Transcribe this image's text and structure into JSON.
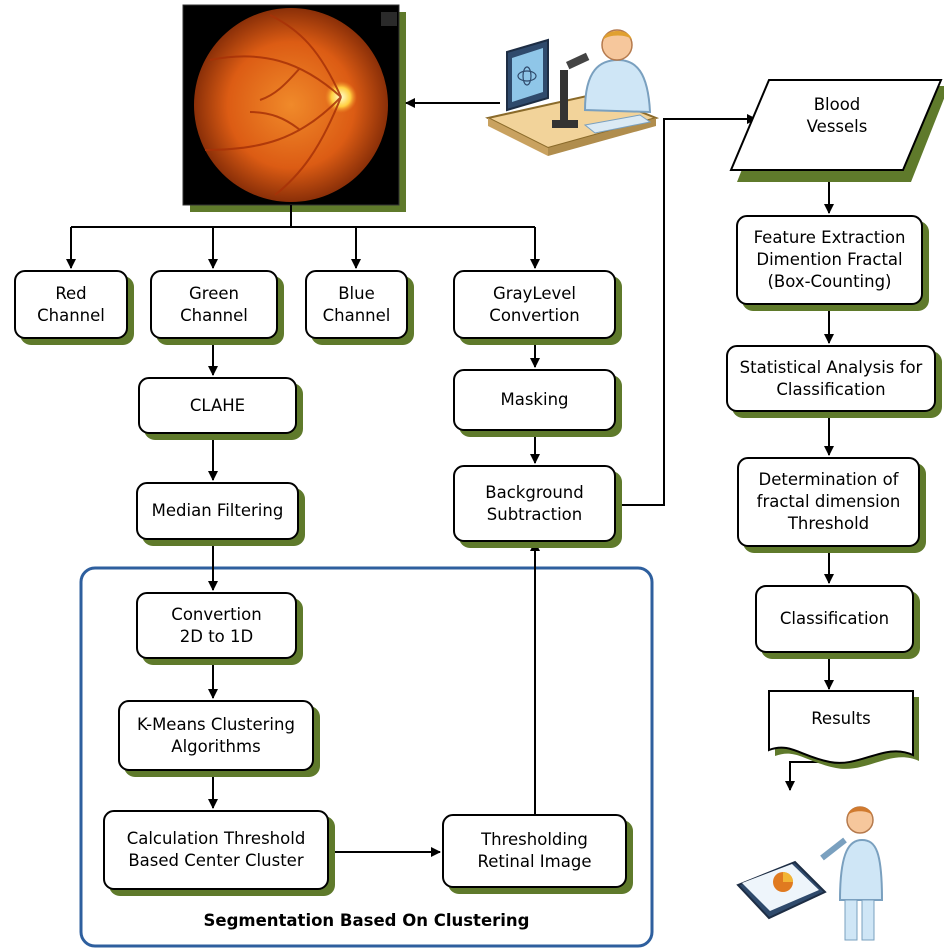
{
  "nodes": {
    "red_channel": "Red\nChannel",
    "green_channel": "Green\nChannel",
    "blue_channel": "Blue\nChannel",
    "graylevel": "GrayLevel\nConvertion",
    "clahe": "CLAHE",
    "masking": "Masking",
    "median": "Median Filtering",
    "background": "Background\nSubtraction",
    "convertion": "Convertion\n2D to 1D",
    "kmeans": "K-Means Clustering\nAlgorithms",
    "calc_threshold": "Calculation Threshold\nBased Center Cluster",
    "thresholding": "Thresholding\nRetinal Image",
    "blood_vessels": "Blood\nVessels",
    "feature": "Feature Extraction\nDimention Fractal\n(Box-Counting)",
    "statistical": "Statistical Analysis for\nClassification",
    "determination": "Determination of\nfractal dimension\nThreshold",
    "classification": "Classification",
    "results": "Results"
  },
  "group_label": "Segmentation Based On Clustering",
  "colors": {
    "shadow": "#5f7a2b",
    "group_border": "#2e5f9e",
    "retina_center": "#e8731d",
    "retina_edge": "#8a2f08"
  },
  "icons": [
    "retina-fundus-image",
    "doctor-microscope-icon",
    "presenter-chart-icon"
  ]
}
